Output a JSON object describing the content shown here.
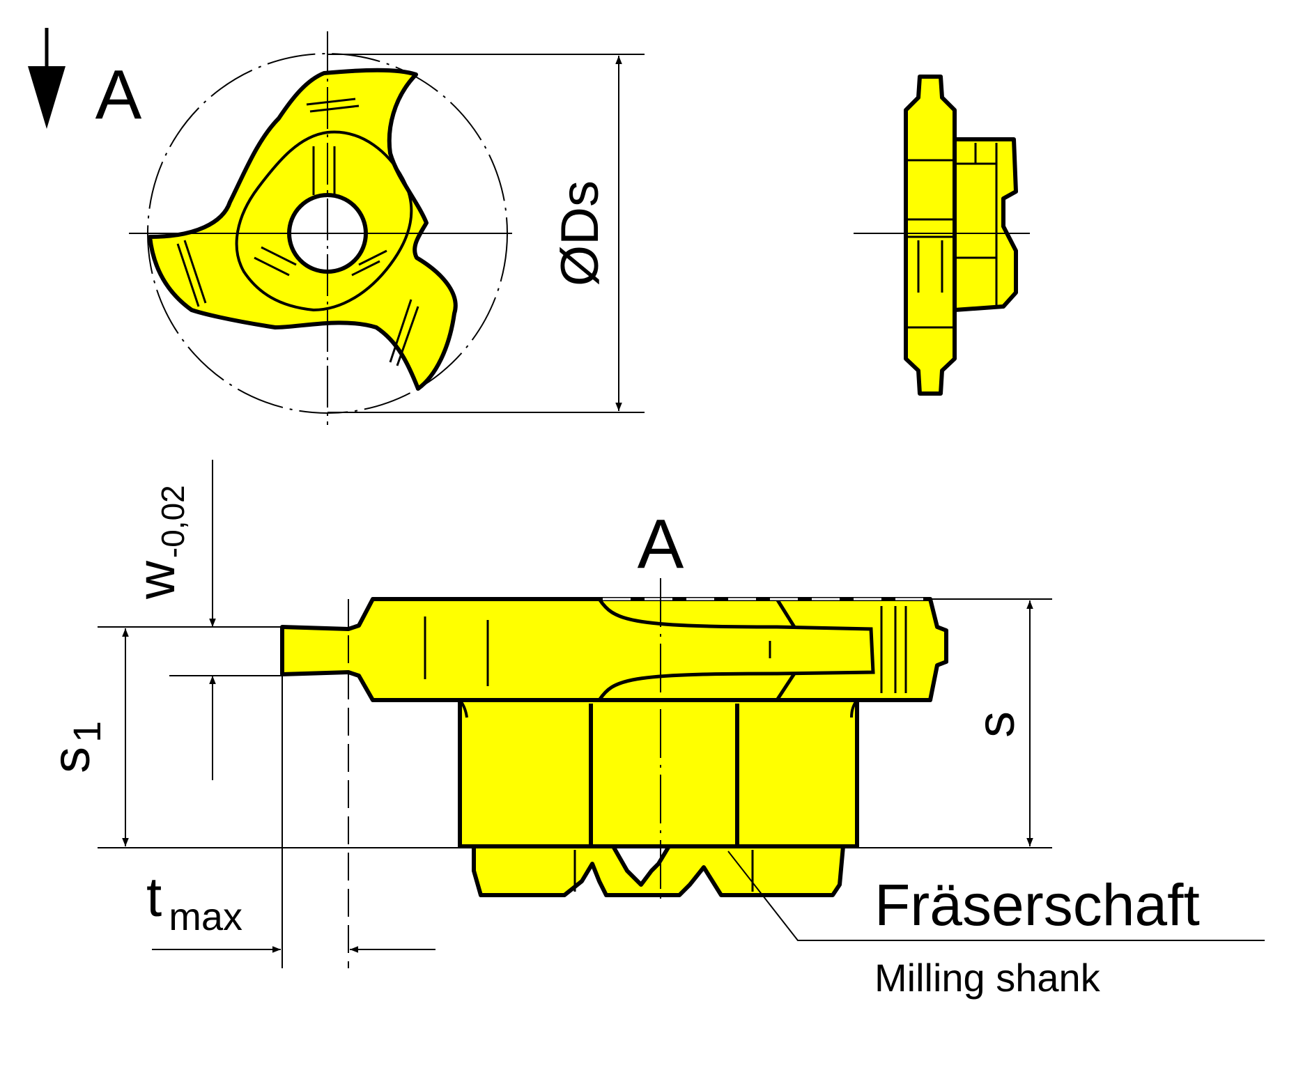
{
  "colors": {
    "fill": "#ffff00",
    "stroke": "#000000",
    "background": "#ffffff"
  },
  "labels": {
    "view_arrow_a": "A",
    "diameter": "ØDs",
    "view_a": "A",
    "w_main": "w",
    "w_tol": "-0,02",
    "s1_main": "s",
    "s1_sub": "1",
    "s": "s",
    "tmax_main": "t",
    "tmax_sub": "max",
    "shank_de": "Fräserschaft",
    "shank_en": "Milling shank"
  },
  "icons": {
    "view_direction": "arrow-down-icon"
  }
}
